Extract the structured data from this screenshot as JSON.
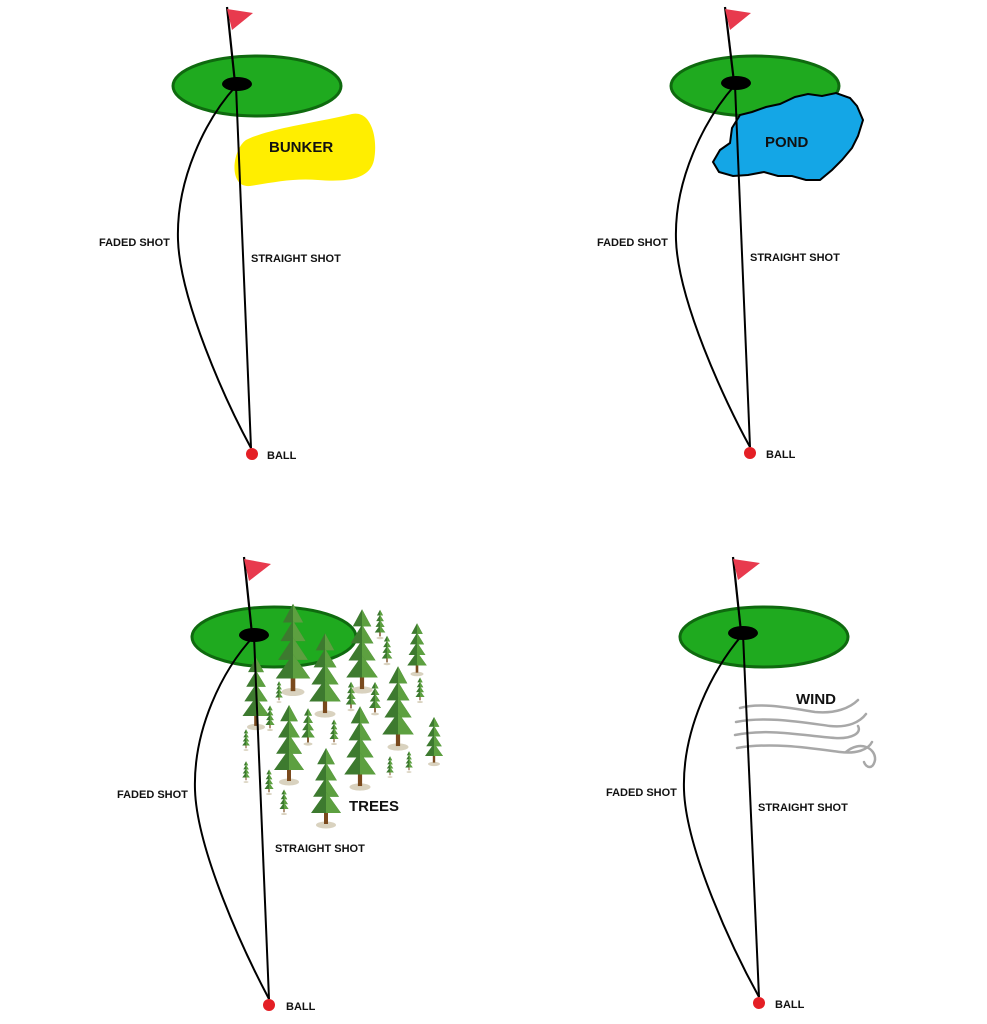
{
  "colors": {
    "green": "#1faa1f",
    "green_outline": "#0f6a0f",
    "hole": "#000000",
    "flag": "#e83a4e",
    "ball": "#e41f25",
    "bunker": "#ffee00",
    "pond": "#14a6e6",
    "tree_dark": "#3d7a2f",
    "tree_light": "#5da040",
    "trunk": "#7a4a1e",
    "shadow": "#d9d2bf",
    "wind": "#a8a8a8"
  },
  "panels": [
    {
      "hazard": "bunker",
      "hazard_label": "BUNKER",
      "faded_label": "FADED SHOT",
      "straight_label": "STRAIGHT SHOT",
      "ball_label": "BALL"
    },
    {
      "hazard": "pond",
      "hazard_label": "POND",
      "faded_label": "FADED SHOT",
      "straight_label": "STRAIGHT SHOT",
      "ball_label": "BALL"
    },
    {
      "hazard": "trees",
      "hazard_label": "TREES",
      "faded_label": "FADED SHOT",
      "straight_label": "STRAIGHT SHOT",
      "ball_label": "BALL"
    },
    {
      "hazard": "wind",
      "hazard_label": "WIND",
      "faded_label": "FADED SHOT",
      "straight_label": "STRAIGHT SHOT",
      "ball_label": "BALL"
    }
  ]
}
